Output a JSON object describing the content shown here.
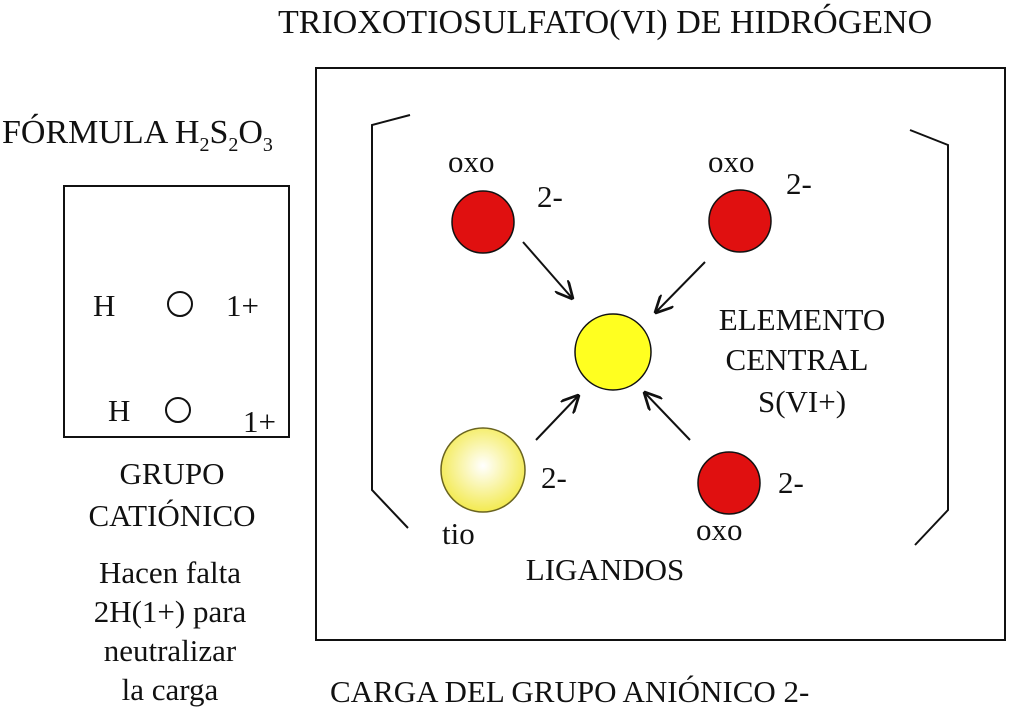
{
  "title": "TRIOXOTIOSULFATO(VI) DE HIDRÓGENO",
  "formula": {
    "label": "FÓRMULA",
    "parts": [
      "H",
      "2",
      "S",
      "2",
      "O",
      "3"
    ]
  },
  "cation_group": {
    "atoms": [
      {
        "symbol": "H",
        "charge": "1+"
      },
      {
        "symbol": "H",
        "charge": "1+"
      }
    ],
    "title_lines": [
      "GRUPO",
      "CATIÓNICO"
    ],
    "note_lines": [
      "Hacen falta",
      "2H(1+) para",
      "neutralizar",
      "la carga"
    ]
  },
  "anion_group": {
    "ligands": [
      {
        "name": "oxo",
        "charge": "2-",
        "color": "#e01010"
      },
      {
        "name": "oxo",
        "charge": "2-",
        "color": "#e01010"
      },
      {
        "name": "tio",
        "charge": "2-",
        "color": "#f5ee60"
      },
      {
        "name": "oxo",
        "charge": "2-",
        "color": "#e01010"
      }
    ],
    "central_lines": [
      "ELEMENTO",
      "CENTRAL",
      "S(VI+)"
    ],
    "central_color": "#ffff20",
    "ligands_label": "LIGANDOS",
    "charge_caption": "CARGA DEL GRUPO ANIÓNICO 2-"
  }
}
